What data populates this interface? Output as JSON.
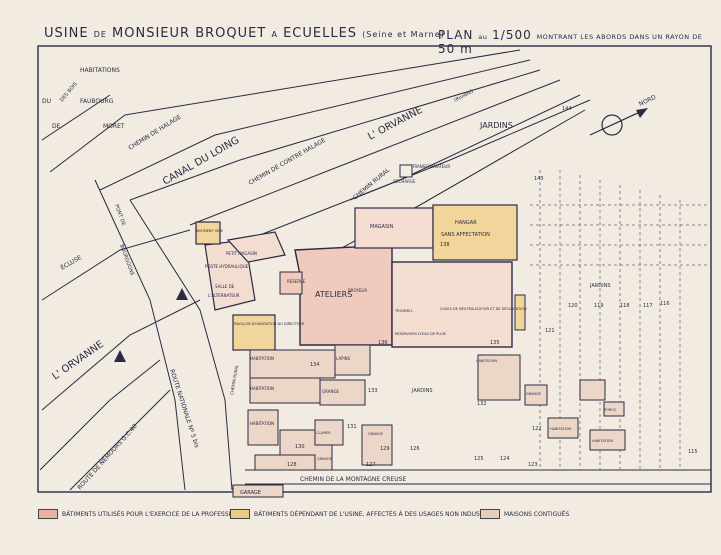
{
  "title": {
    "main": "USINE",
    "de1": "DE",
    "monsieur": "MONSIEUR BROQUET",
    "a": "A",
    "town": "ECUELLES",
    "region": "(Seine et Marne)"
  },
  "plan": {
    "label": "PLAN",
    "scale_prefix": "au",
    "scale": "1/500",
    "note": "MONTRANT LES ABORDS DANS UN RAYON DE",
    "radius": "50 m"
  },
  "labels": {
    "habitations": "HABITATIONS",
    "faubourg": "FAUBOURG",
    "du": "DU",
    "de": "DE",
    "moret": "MORET",
    "des_bois": "DES BOIS",
    "chemin_halage": "CHEMIN DE HALAGE",
    "canal": "CANAL DU LOING",
    "contre_halage": "CHEMIN DE CONTRE HALAGE",
    "orvanne_riviere": "L' ORVANNE",
    "riviere": "(Rivière)",
    "chemin_rural": "CHEMIN RURAL",
    "jardins_top": "JARDINS",
    "nord": "NORD",
    "transformateur": "TRANSFORMATEUR",
    "decharge": "DÉCHARGE",
    "ecluse": "ÉCLUSE",
    "pont": "PONT DE",
    "bourgogne": "BOURGOGNE",
    "orvanne_left": "L' ORVANNE",
    "route_nemours": "ROUTE DE NEMOURS G.C.40",
    "route_nationale": "ROUTE NATIONALE Nº 5 bis",
    "magasin": "MAGASIN",
    "hangar": "HANGAR",
    "sans_affectation": "SANS AFFECTATION",
    "b138": "138",
    "petit_magasin": "PETIT MAGASIN",
    "poste_hydraulique": "POSTE HYDRAULIQUE",
    "salle": "SALLE DE",
    "alternateur": "L'ALTERNATEUR",
    "batiment_vide": "BATIMENT VIDE",
    "reserve": "RÉSERVE",
    "ateliers": "ATELIERS",
    "broyeur": "BROYEUR",
    "cuves": "CUVES DE NEUTRALISATION ET DE DÉCANTATION",
    "trommel": "TROMMEL",
    "reservoirs": "RÉSERVOIRS D'EAU DE PLUIE",
    "b136": "136",
    "b135": "135",
    "pavillon": "PAVILLON D'HABITATION DU DIRECTEUR",
    "habitation": "HABITATION",
    "chemin_rural2": "CHEMIN RURAL",
    "lapins": "LAPINS",
    "grange": "GRANGE",
    "habitation2": "HABITATION",
    "habitation3": "HABITATION",
    "b134": "134",
    "b133": "133",
    "b132": "132",
    "b131": "131",
    "b130": "130",
    "b129": "129",
    "b128": "128",
    "b127": "127",
    "b126": "126",
    "b125": "125",
    "b124": "124",
    "b123": "123",
    "b122": "122",
    "b121": "121",
    "b120": "120",
    "b119": "119",
    "b118": "118",
    "b117": "117",
    "b116": "116",
    "b115": "115",
    "b144": "144",
    "b143": "143",
    "jardins_mid": "JARDINS",
    "jardins_right": "JARDINS",
    "clapier": "CLAPIER",
    "grange2": "GRANGE",
    "grange3": "GRANGE",
    "grange4": "GRANGE",
    "habitation4": "HABITATION",
    "habitation5": "HABITATION",
    "habitation6": "HABITATION",
    "porcs": "PORCS",
    "chemin_montagne": "CHEMIN DE LA MONTAGNE CREUSE",
    "garage": "GARAGE"
  },
  "legend": [
    {
      "label": "BÂTIMENTS UTILISÉS POUR L'EXERCICE DE LA PROFESSION",
      "color": "#e8b3a6"
    },
    {
      "label": "BÂTIMENTS DÉPENDANT DE L'USINE, AFFECTÉS À DES USAGES NON INDUSTRIELS",
      "color": "#ecc985"
    },
    {
      "label": "MAISONS CONTIGUËS",
      "color": "#e7cdbd"
    }
  ],
  "colors": {
    "paper": "#f1ebe1",
    "ink": "#2b2b45",
    "factory": "#f0cbbd",
    "annex": "#f1d59a",
    "neighbor": "#ecd6c8"
  }
}
